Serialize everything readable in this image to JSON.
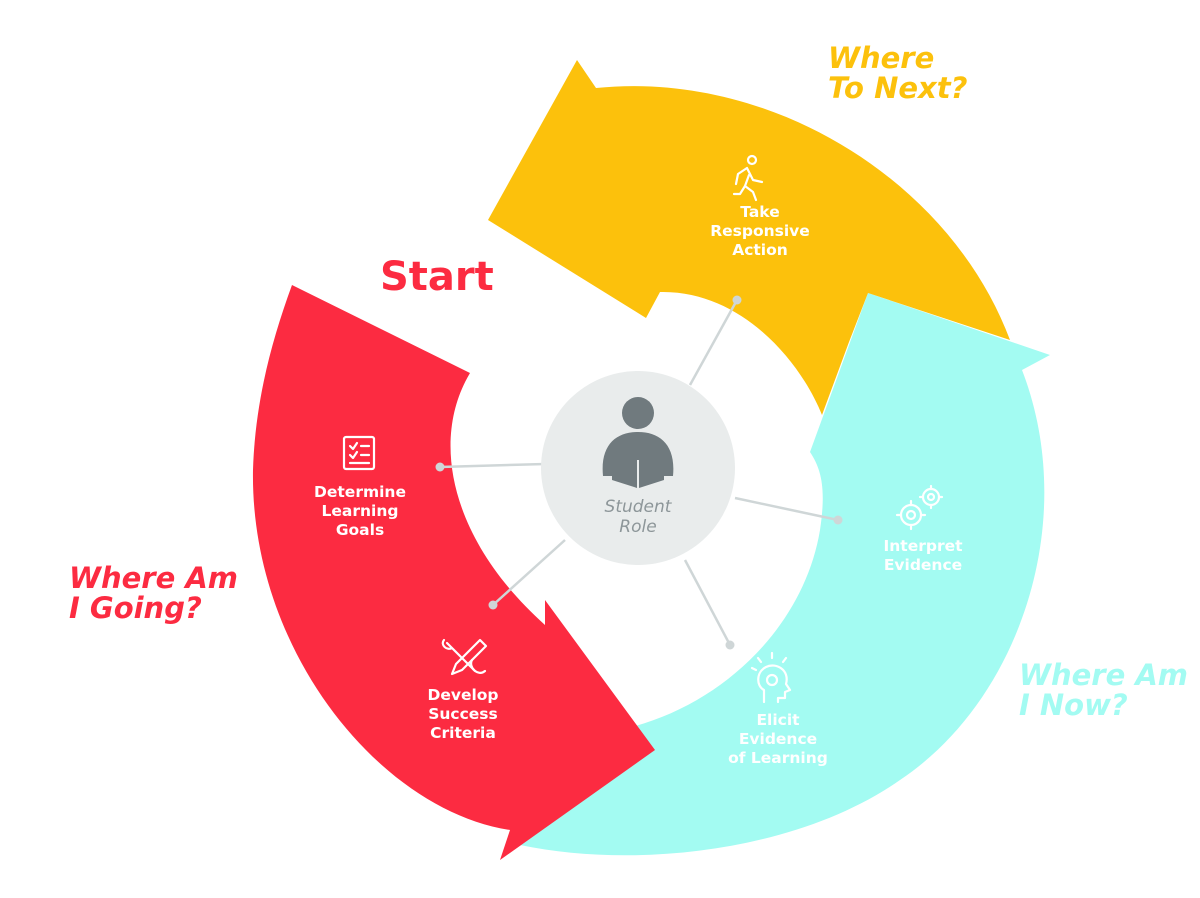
{
  "colors": {
    "red": "#fc2b41",
    "yellow": "#fcc10c",
    "cyan": "#a3fbf2",
    "hub": "#e9ecec",
    "hub_icon": "#707a7e",
    "connector": "#cfd6d7",
    "white": "#ffffff"
  },
  "icons": {
    "center": "student-reading-icon",
    "take_action": "running-person-icon",
    "determine_goals": "checklist-icon",
    "develop_criteria": "tools-icon",
    "interpret_evidence": "gears-icon",
    "elicit_evidence": "lightbulb-head-icon"
  },
  "start_label": "Start",
  "phases": {
    "where_to_next": "Where\nTo Next?",
    "where_am_i_going": "Where Am\nI Going?",
    "where_am_i_now": "Where Am\nI Now?"
  },
  "steps": {
    "take_action": "Take\nResponsive\nAction",
    "determine_goals": "Determine\nLearning\nGoals",
    "develop_criteria": "Develop\nSuccess\nCriteria",
    "interpret_evidence": "Interpret\nEvidence",
    "elicit_evidence": "Elicit\nEvidence\nof Learning"
  },
  "center_label": "Student\nRole"
}
